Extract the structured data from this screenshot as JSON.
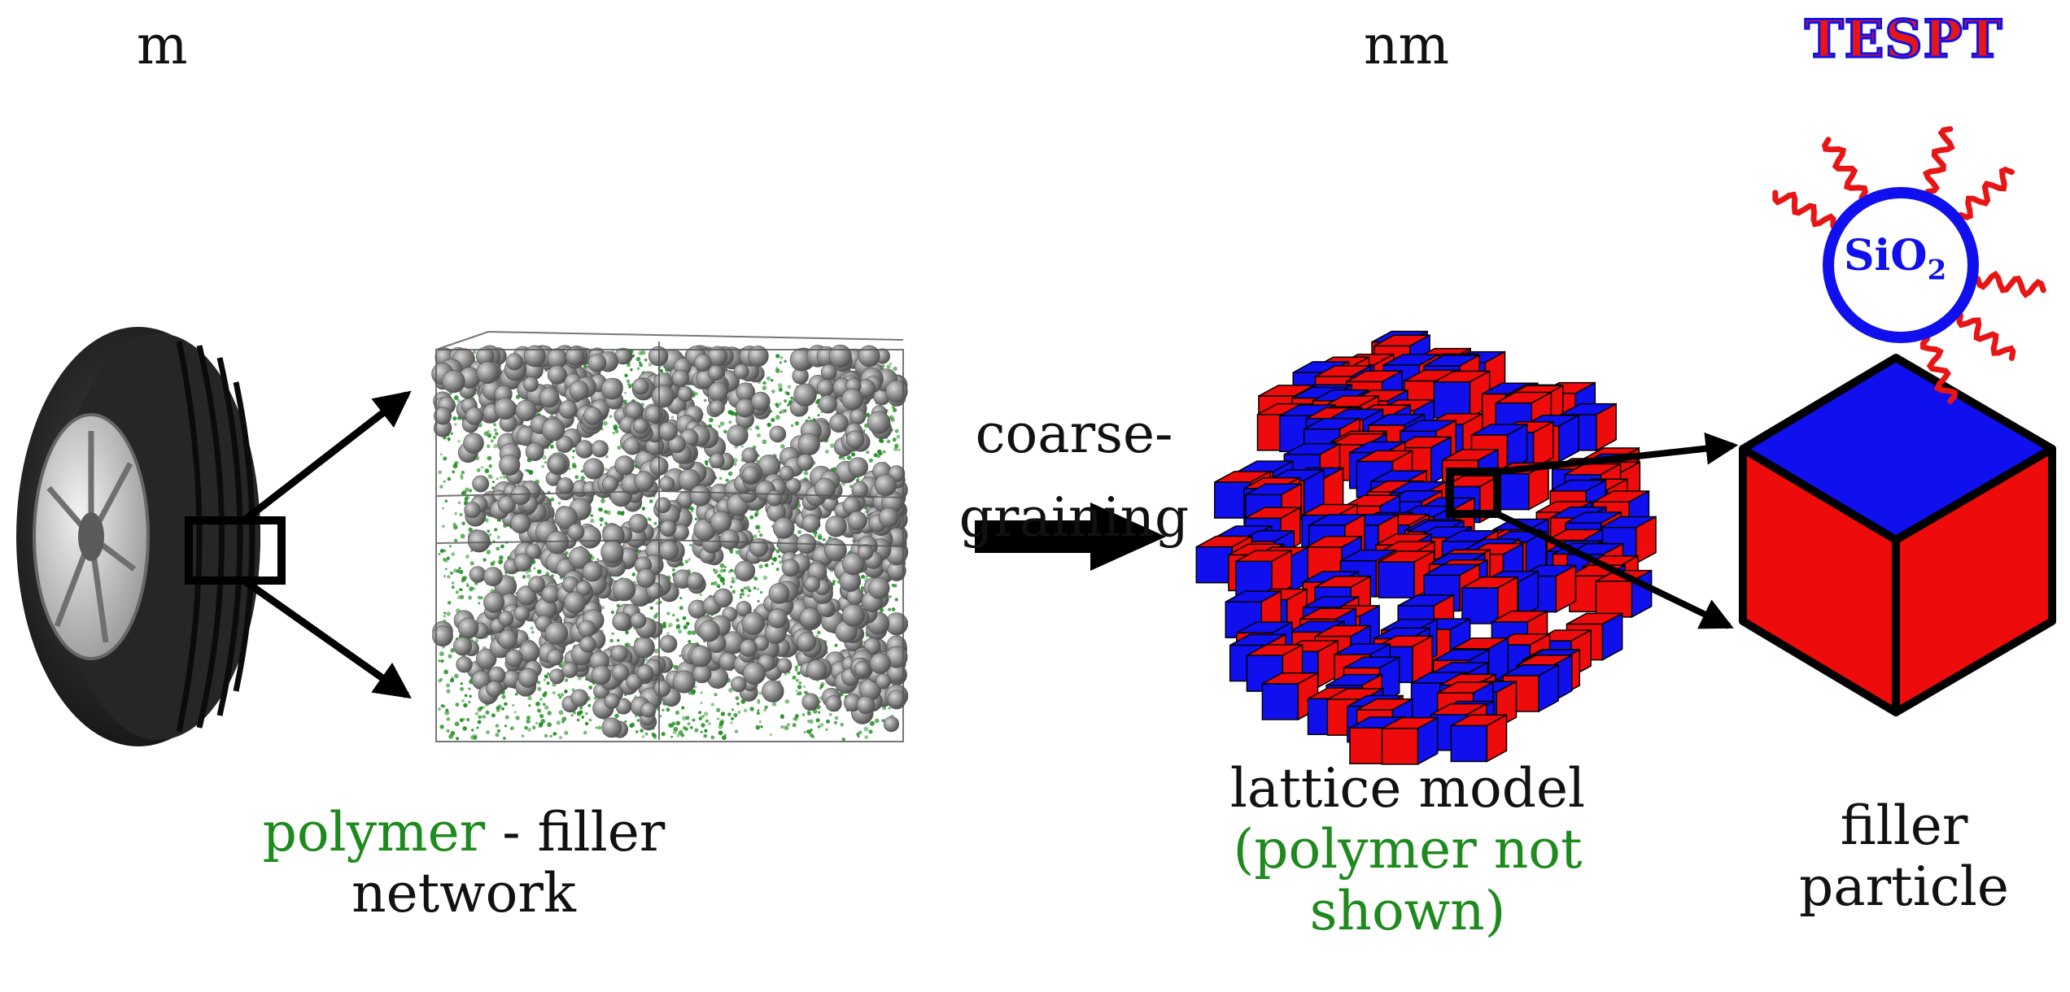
{
  "labels": {
    "scale_left": "m",
    "scale_right": "nm",
    "tespt": "TESPT",
    "sio2_base": "SiO",
    "sio2_sub": "2",
    "coarse_line1": "coarse-",
    "coarse_line2": "graining",
    "network_word1": "polymer",
    "network_rest": " - filler",
    "network_line2": "network",
    "lattice_line1": "lattice model",
    "lattice_line2": "(polymer not",
    "lattice_line3": "shown)",
    "filler_line1": "filler",
    "filler_line2": "particle"
  },
  "colors": {
    "polymer_green": "#1e8a1e",
    "filler_blue": "#1010ee",
    "filler_red": "#ee0b0b",
    "tespt_red": "#e81515",
    "particle_gray": "#8c8c8c",
    "outline": "#000000"
  }
}
